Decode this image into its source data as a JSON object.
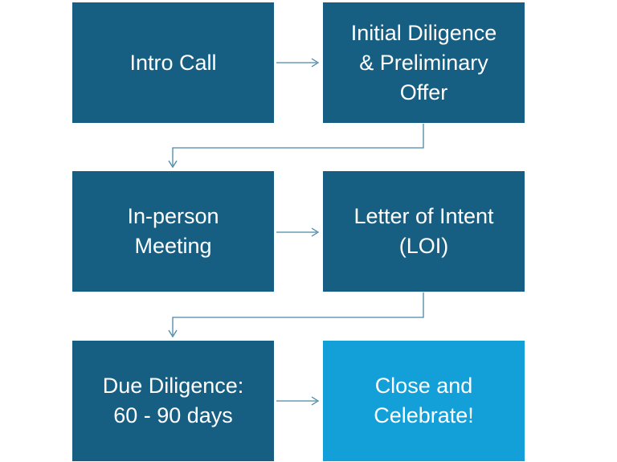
{
  "steps": [
    {
      "lines": [
        "Intro Call"
      ]
    },
    {
      "lines": [
        "Initial Diligence",
        "& Preliminary",
        "Offer"
      ]
    },
    {
      "lines": [
        "In-person",
        "Meeting"
      ]
    },
    {
      "lines": [
        "Letter of Intent",
        "(LOI)"
      ]
    },
    {
      "lines": [
        "Due Diligence:",
        "60 - 90 days"
      ]
    },
    {
      "lines": [
        "Close and",
        "Celebrate!"
      ]
    }
  ],
  "colors": {
    "step_fill": "#175f82",
    "final_step_fill": "#139fd8",
    "connector": "#4a87a8",
    "text": "#ffffff"
  }
}
